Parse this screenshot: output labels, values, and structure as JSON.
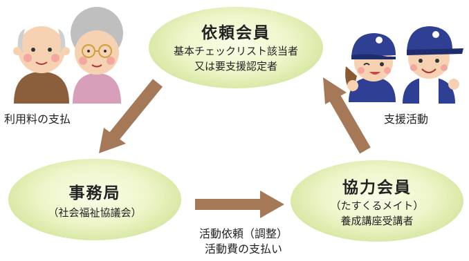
{
  "nodes": {
    "top": {
      "title": "依頼会員",
      "lines": [
        "基本チェックリスト該当者",
        "又は要支援認定者"
      ]
    },
    "left": {
      "title": "事務局",
      "lines": [
        "（社会福祉協議会）"
      ]
    },
    "right": {
      "title": "協力会員",
      "lines": [
        "（たすくるメイト）",
        "養成講座受講者"
      ]
    }
  },
  "captions": {
    "left": "利用料の支払",
    "right": "支援活動",
    "bottom": [
      "活動依頼（調整）",
      "活動費の支払い"
    ]
  },
  "colors": {
    "arrow": "#a57858",
    "node_fill": "#d2e49a"
  },
  "illustrations": {
    "left": "elderly-couple",
    "right": "helper-pair-in-caps"
  }
}
